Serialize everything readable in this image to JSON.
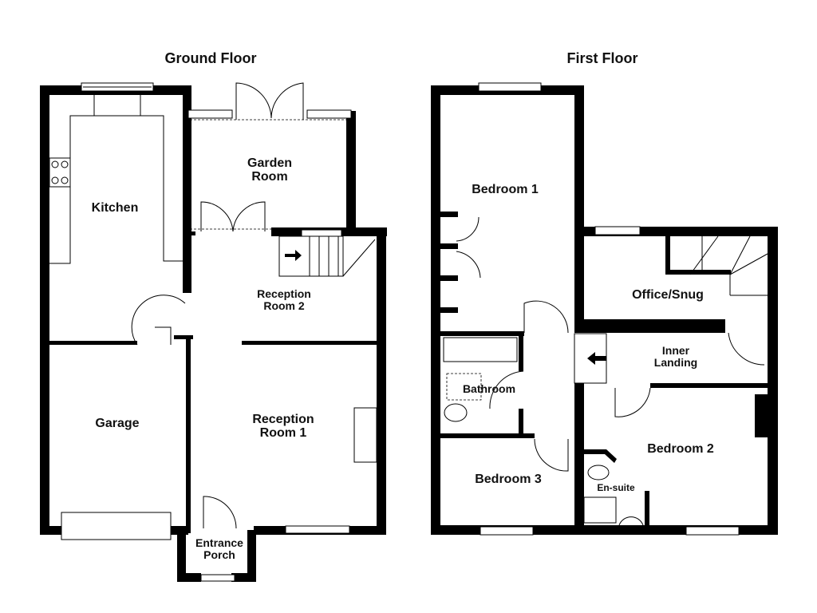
{
  "floors": [
    {
      "title": "Ground Floor",
      "rooms": [
        {
          "name": "Kitchen"
        },
        {
          "name": "Garden\nRoom"
        },
        {
          "name": "Reception\nRoom 2"
        },
        {
          "name": "Garage"
        },
        {
          "name": "Reception\nRoom 1"
        },
        {
          "name": "Entrance\nPorch"
        }
      ]
    },
    {
      "title": "First Floor",
      "rooms": [
        {
          "name": "Bedroom 1"
        },
        {
          "name": "Office/Snug"
        },
        {
          "name": "Inner\nLanding"
        },
        {
          "name": "Bathroom"
        },
        {
          "name": "Bedroom 2"
        },
        {
          "name": "Bedroom 3"
        },
        {
          "name": "En-suite"
        }
      ]
    }
  ],
  "colors": {
    "wall": "#000000",
    "background": "#ffffff"
  }
}
